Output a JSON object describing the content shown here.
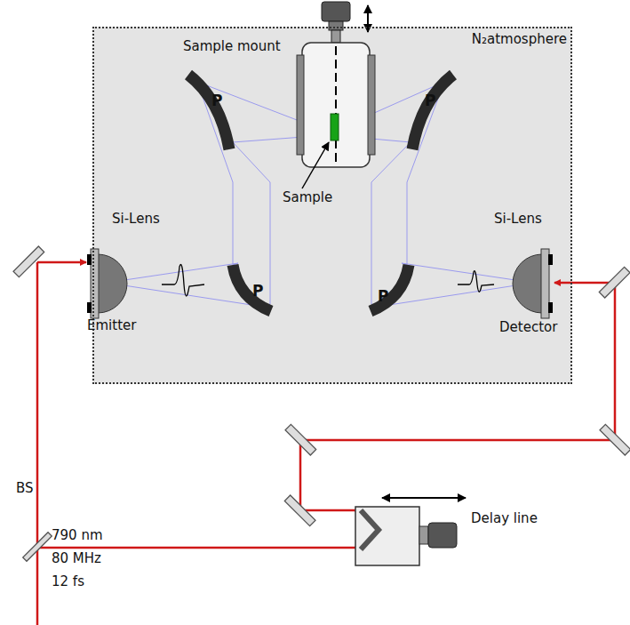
{
  "diagram": {
    "nodes": [
      {
        "text": [
          "N₂atmosphere"
        ]
      }
    ],
    "labels": [
      "Sample mount",
      "P",
      "P",
      "P",
      "P",
      "Sample",
      "Si-Lens",
      "Si-Lens",
      "Emitter",
      "Detector",
      "Delay line",
      "BS",
      "790 nm",
      "80 MHz",
      "12 fs"
    ]
  }
}
